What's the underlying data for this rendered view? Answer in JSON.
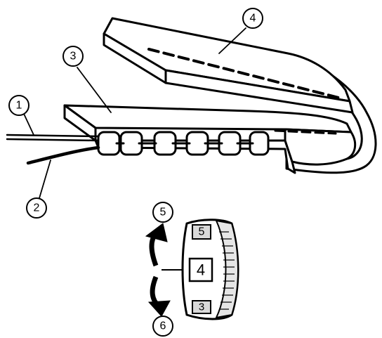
{
  "callouts": {
    "c1": "1",
    "c2": "2",
    "c3": "3",
    "c4": "4",
    "c5": "5",
    "c6": "6"
  },
  "dial": {
    "upper": "5",
    "selected": "4",
    "lower": "3"
  },
  "colors": {
    "ink": "#000000",
    "paper": "#ffffff",
    "shade": "#d9d9d9"
  }
}
